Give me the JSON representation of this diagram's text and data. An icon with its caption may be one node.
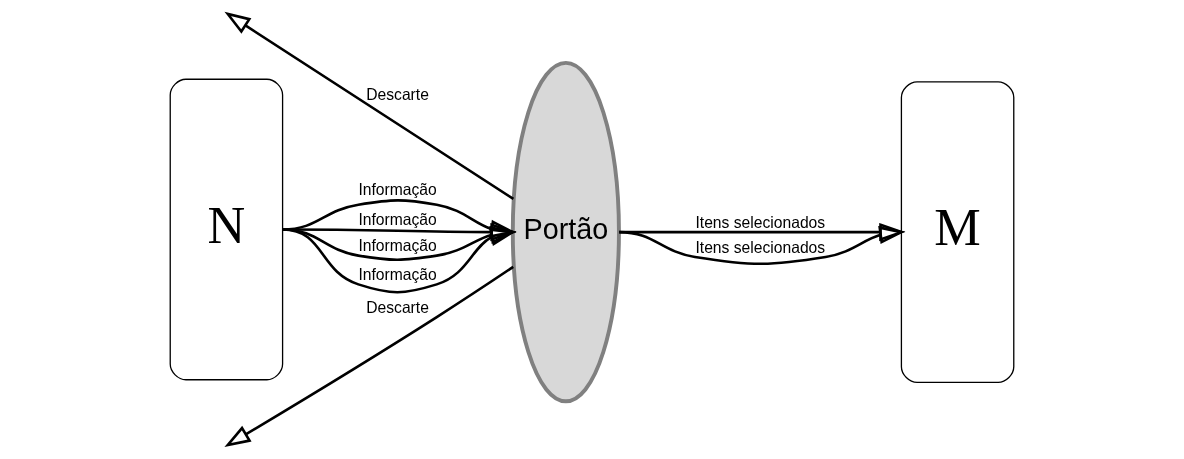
{
  "diagram": {
    "nodes": [
      {
        "text": [
          "N"
        ]
      },
      {
        "text": [
          "Portão"
        ]
      },
      {
        "text": [
          "M"
        ]
      }
    ],
    "edges": [
      {
        "from": 1,
        "to": null,
        "arrow": "to",
        "label": "Descarte"
      },
      {
        "from": 0,
        "to": 1,
        "arrow": "to",
        "label": "Informação"
      },
      {
        "from": 0,
        "to": 1,
        "arrow": "to",
        "label": "Informação"
      },
      {
        "from": 0,
        "to": 1,
        "arrow": "to",
        "label": "Informação"
      },
      {
        "from": 0,
        "to": 1,
        "arrow": "to",
        "label": "Informação"
      },
      {
        "from": 1,
        "to": 2,
        "arrow": "to",
        "label": "Itens selecionados"
      },
      {
        "from": 1,
        "to": 2,
        "arrow": "to",
        "label": "Itens selecionados"
      },
      {
        "from": 1,
        "to": null,
        "arrow": "to",
        "label": "Descarte"
      }
    ]
  }
}
